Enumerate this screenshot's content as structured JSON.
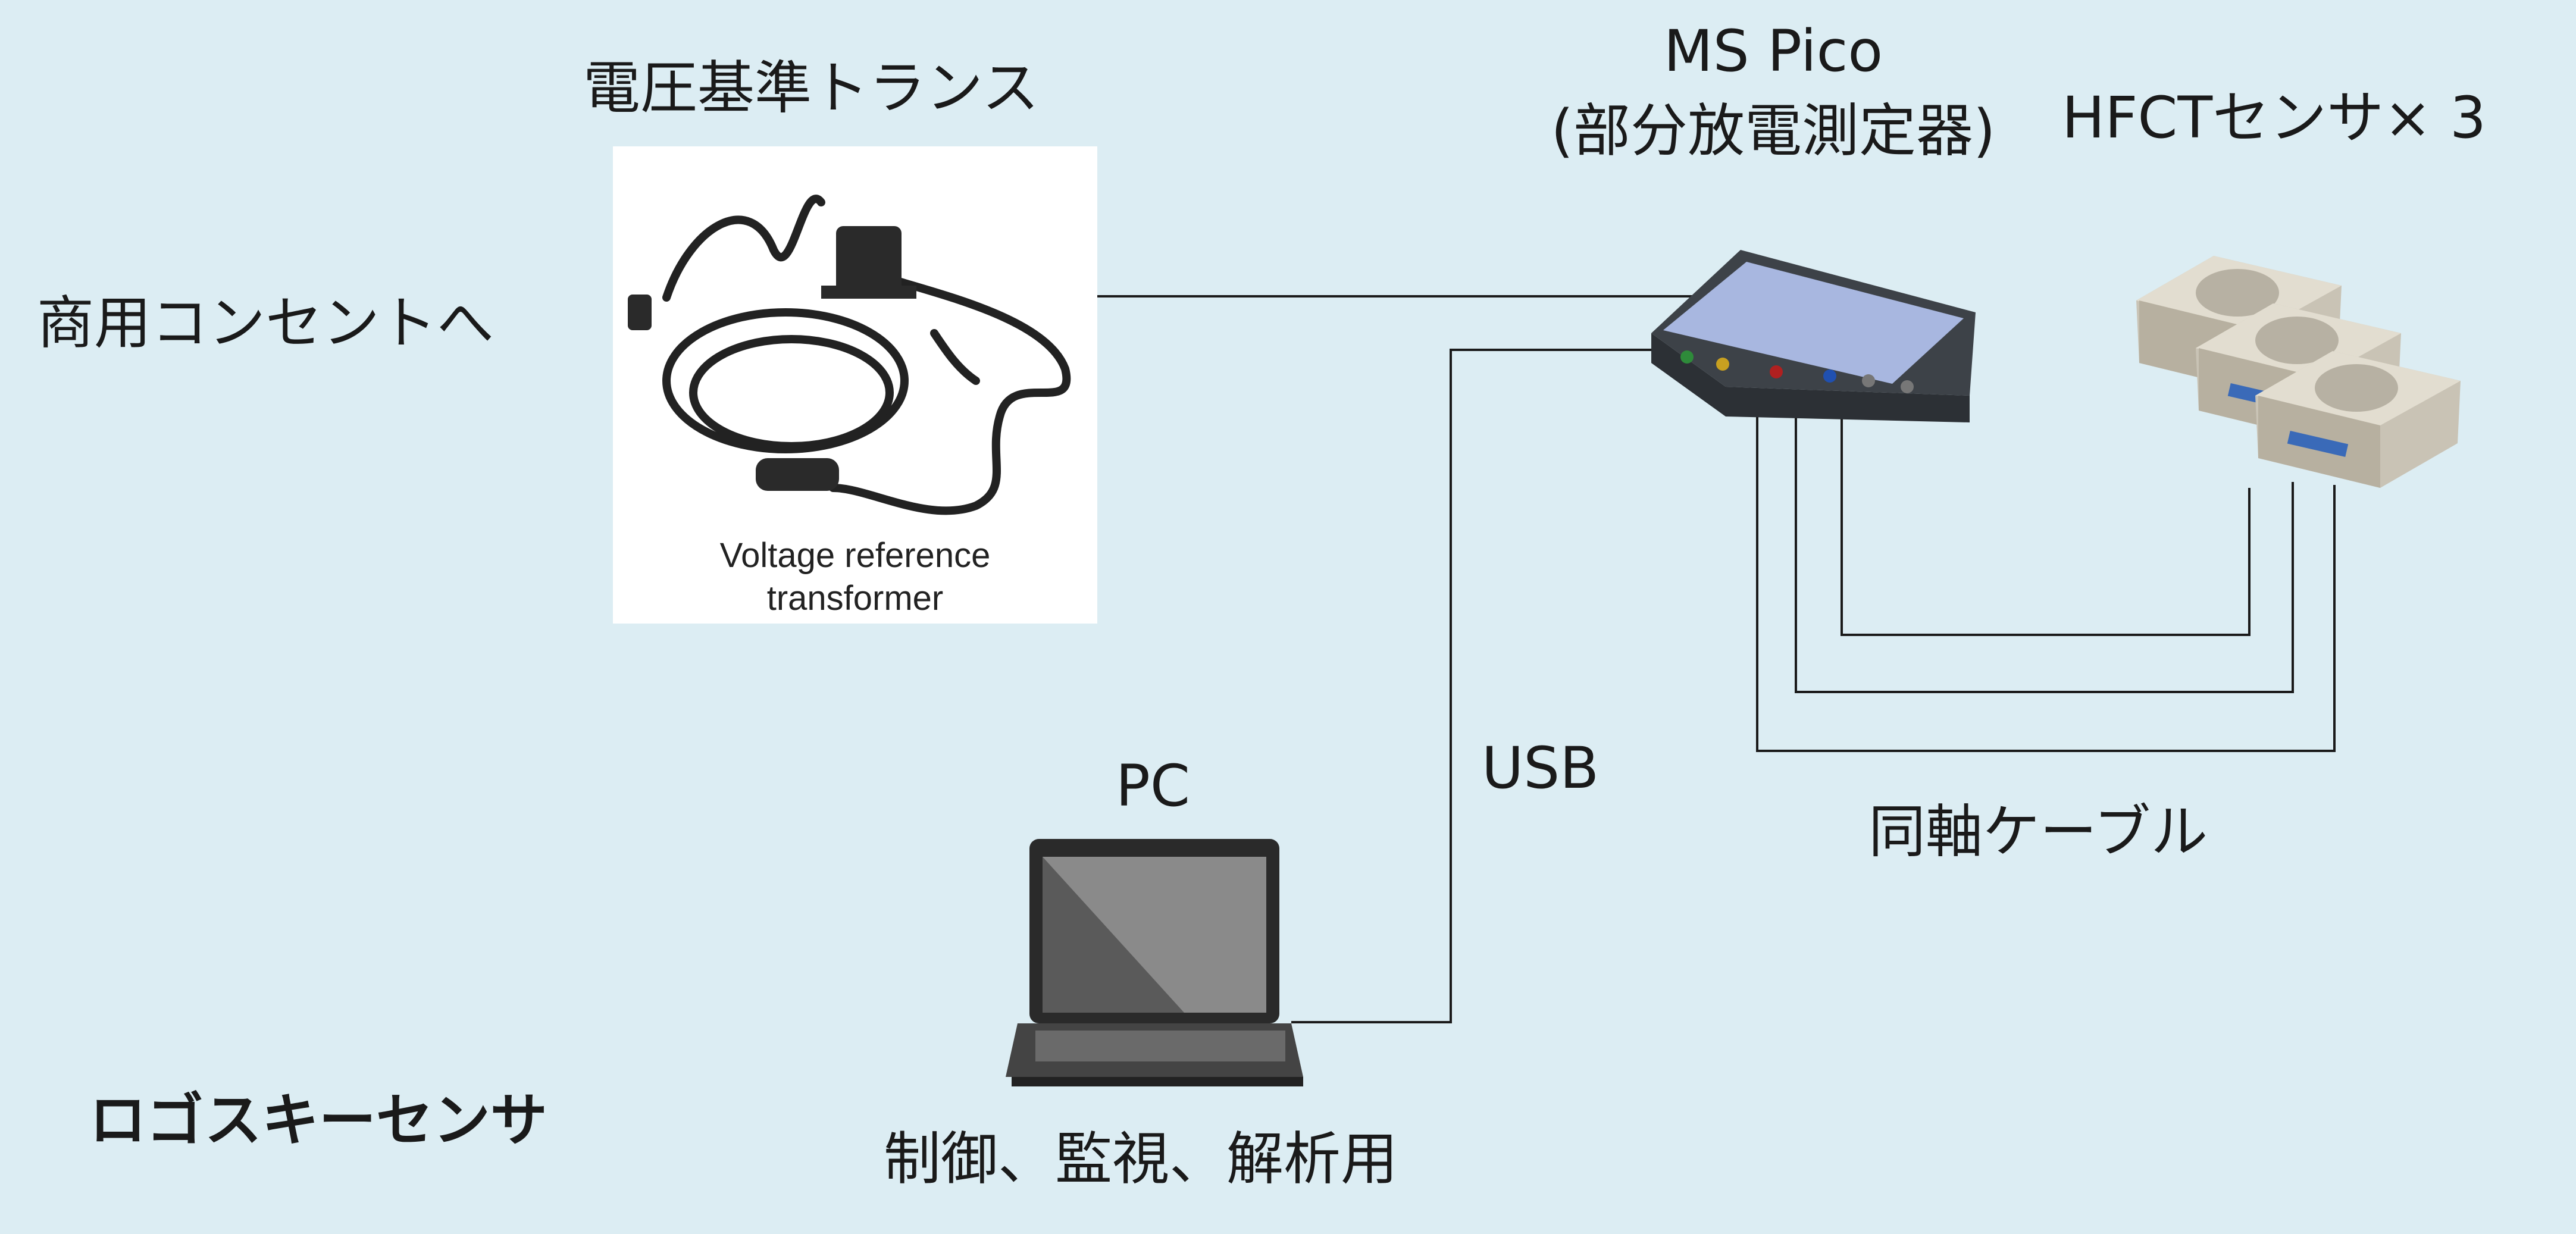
{
  "labels": {
    "transformer_title": "電圧基準トランス",
    "transformer_caption": [
      "Voltage reference",
      "transformer"
    ],
    "outlet": "商用コンセントへ",
    "ms_pico_line1": "MS Pico",
    "ms_pico_line2": "(部分放電測定器)",
    "hfct": "HFCTセンサ× 3",
    "usb": "USB",
    "coax": "同軸ケーブル",
    "pc": "PC",
    "pc_purpose": "制御、監視、解析用",
    "rogowski": "ロゴスキーセンサ"
  },
  "colors": {
    "background": "#dcedf3",
    "line": "#1a1a1a",
    "text": "#1a1a1a"
  }
}
